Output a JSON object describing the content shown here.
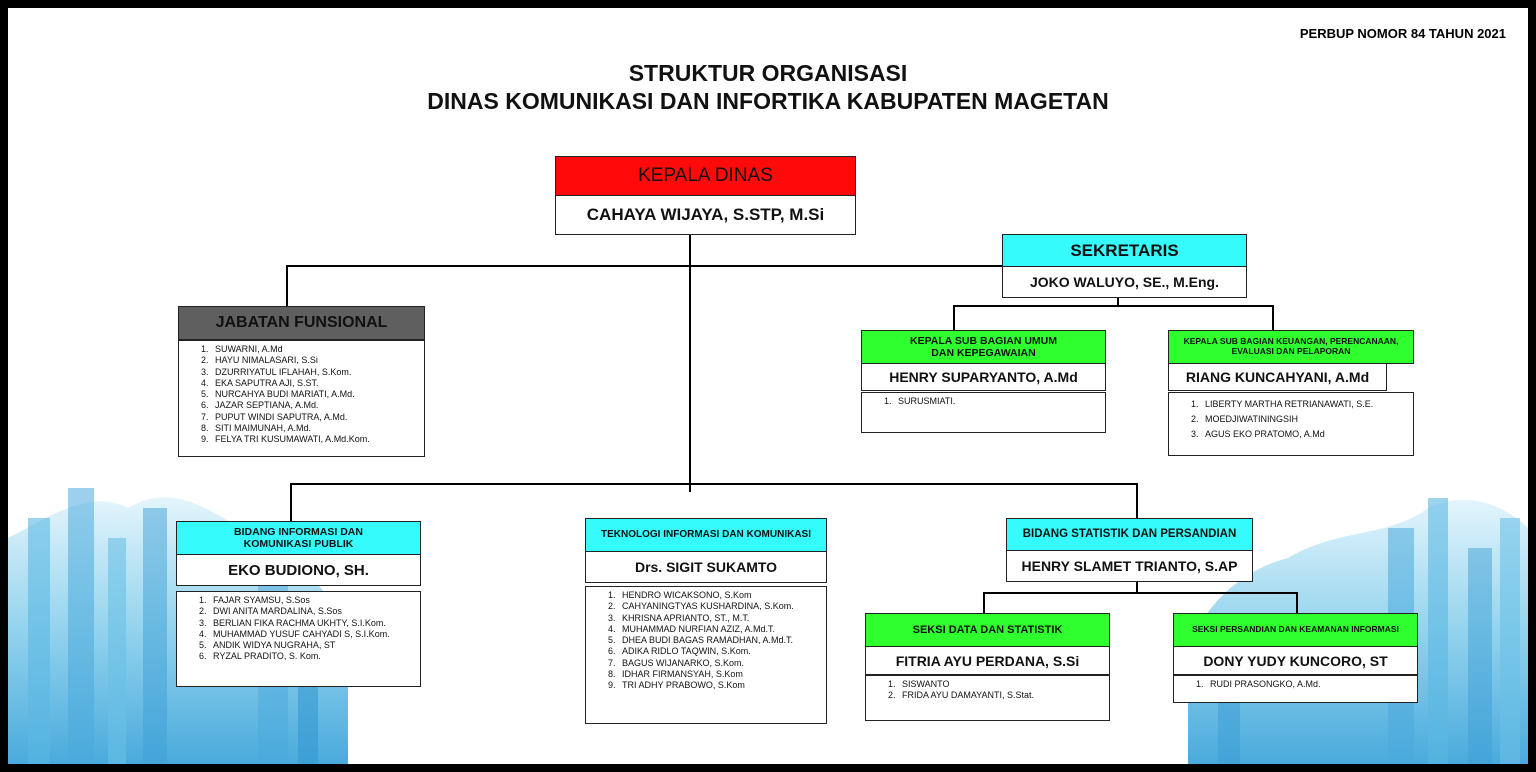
{
  "header": {
    "regulation": "PERBUP NOMOR 84 TAHUN 2021",
    "title_line1": "STRUKTUR ORGANISASI",
    "title_line2": "DINAS KOMUNIKASI DAN INFORTIKA KABUPATEN MAGETAN"
  },
  "kepala": {
    "role": "KEPALA DINAS",
    "name": "CAHAYA WIJAYA, S.STP, M.Si"
  },
  "sekretaris": {
    "role": "SEKRETARIS",
    "name": "JOKO WALUYO, SE., M.Eng."
  },
  "fungsional": {
    "role": "JABATAN FUNSIONAL",
    "staff": [
      "SUWARNI, A.Md",
      "HAYU NIMALASARI, S.Si",
      "DZURRIYATUL IFLAHAH, S.Kom.",
      "EKA SAPUTRA AJI, S.ST.",
      "NURCAHYA BUDI MARIATI, A.Md.",
      "JAZAR SEPTIANA, A.Md.",
      "PUPUT WINDI SAPUTRA, A.Md.",
      "SITI MAIMUNAH, A.Md.",
      "FELYA TRI KUSUMAWATI, A.Md.Kom."
    ]
  },
  "subbag_umum": {
    "role": "KEPALA SUB BAGIAN UMUM DAN KEPEGAWAIAN",
    "name": "HENRY SUPARYANTO, A.Md",
    "staff": [
      "SURUSMIATI."
    ]
  },
  "subbag_keuangan": {
    "role": "KEPALA SUB BAGIAN KEUANGAN, PERENCANAAN, EVALUASI DAN PELAPORAN",
    "name": "RIANG KUNCAHYANI, A.Md",
    "staff": [
      "LIBERTY MARTHA RETRIANAWATI, S.E.",
      "MOEDJIWATININGSIH",
      "AGUS EKO PRATOMO, A.Md"
    ]
  },
  "bidang_ikp": {
    "role": "BIDANG INFORMASI DAN KOMUNIKASI PUBLIK",
    "name": "EKO BUDIONO, SH.",
    "staff": [
      "FAJAR SYAMSU, S.Sos",
      "DWI ANITA MARDALINA, S.Sos",
      "BERLIAN FIKA RACHMA UKHTY, S.I.Kom.",
      "MUHAMMAD YUSUF CAHYADI S, S.I.Kom.",
      "ANDIK WIDYA NUGRAHA, ST",
      "RYZAL PRADITO, S. Kom."
    ]
  },
  "bidang_tik": {
    "role": "TEKNOLOGI INFORMASI DAN KOMUNIKASI",
    "name": "Drs. SIGIT SUKAMTO",
    "staff": [
      "HENDRO WICAKSONO, S.Kom",
      "CAHYANINGTYAS KUSHARDINA, S.Kom.",
      "KHRISNA APRIANTO, ST., M.T.",
      "MUHAMMAD NURFIAN AZIZ, A.Md.T.",
      "DHEA BUDI BAGAS RAMADHAN, A.Md.T.",
      "ADIKA RIDLO TAQWIN, S.Kom.",
      "BAGUS WIJANARKO, S.Kom.",
      "IDHAR FIRMANSYAH, S.Kom",
      "TRI ADHY PRABOWO, S.Kom"
    ]
  },
  "bidang_statistik": {
    "role": "BIDANG STATISTIK DAN PERSANDIAN",
    "name": "HENRY SLAMET TRIANTO, S.AP"
  },
  "seksi_data": {
    "role": "SEKSI DATA DAN STATISTIK",
    "name": "FITRIA AYU PERDANA, S.Si",
    "staff": [
      "SISWANTO",
      "FRIDA AYU DAMAYANTI, S.Stat."
    ]
  },
  "seksi_persandian": {
    "role": "SEKSI  PERSANDIAN DAN KEAMANAN INFORMASI",
    "name": "DONY YUDY KUNCORO, ST",
    "staff": [
      "RUDI PRASONGKO, A.Md."
    ]
  },
  "colors": {
    "red": "#ff0a0a",
    "cyan": "#36fbfc",
    "green": "#2fff2f",
    "gray": "#5f5f5f"
  }
}
